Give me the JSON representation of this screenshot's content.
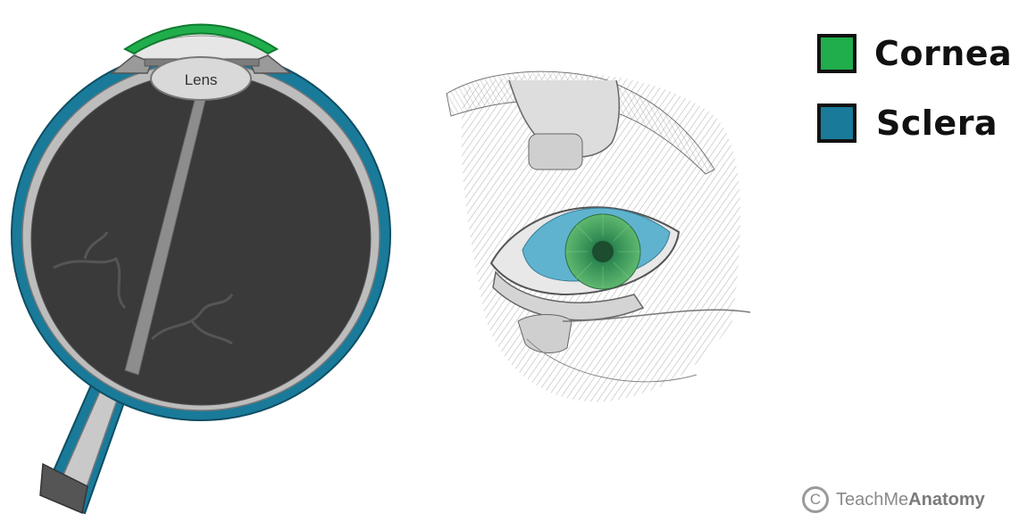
{
  "diagram": {
    "lens_label": "Lens"
  },
  "legend": [
    {
      "label": "Cornea",
      "color": "#1fae4b"
    },
    {
      "label": "Sclera",
      "color": "#1a7a9a"
    }
  ],
  "watermark": {
    "symbol": "C",
    "brand_light": "TeachMe",
    "brand_bold": "Anatomy"
  },
  "colors": {
    "sclera": "#1a7a9a",
    "cornea": "#1fae4b",
    "interior": "#3a3a3a",
    "choroid": "#b9b9b9",
    "iris": "#3d9e5e"
  }
}
